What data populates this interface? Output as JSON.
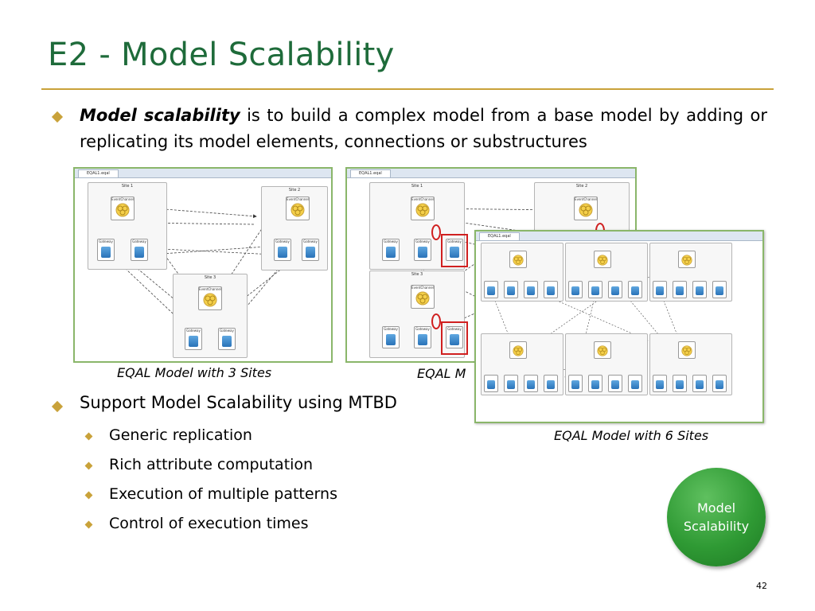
{
  "slide": {
    "title": "E2 - Model Scalability",
    "definition": {
      "term": "Model scalability",
      "text": " is to build a complex model from a base model by adding or replicating its model elements, connections or substructures"
    },
    "support": {
      "heading": "Support Model Scalability using MTBD",
      "items": [
        "Generic replication",
        "Rich attribute computation",
        "Execution of multiple patterns",
        "Control of execution times"
      ]
    },
    "badge": {
      "line1": "Model",
      "line2": "Scalability"
    },
    "page_number": "42"
  },
  "figures": {
    "captions": {
      "three_sites": "EQAL Model with 3 Sites",
      "four_sites": "EQAL M",
      "six_sites": "EQAL Model with 6 Sites"
    },
    "window_tab": "EQAL1.eqal",
    "event_channel_label": "EventChannel",
    "gateway_label": "Gateway",
    "site_labels": [
      "Site 1",
      "Site 2",
      "Site 3"
    ]
  },
  "colors": {
    "title": "#1e6b3a",
    "rule": "#c9a23a",
    "bullet": "#c9a23a",
    "badge": "#2f9a34",
    "window_border": "#8ab66a",
    "highlight": "#d02020"
  },
  "icons": {
    "bullet": "gold-diamond-bullet",
    "event_channel": "event-channel-icon",
    "gateway": "gateway-icon"
  }
}
